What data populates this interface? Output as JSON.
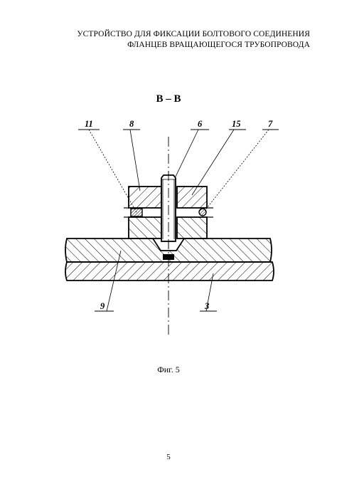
{
  "header": {
    "line1": "УСТРОЙСТВО ДЛЯ ФИКСАЦИИ БОЛТОВОГО СОЕДИНЕНИЯ",
    "line2": "ФЛАНЦЕВ ВРАЩАЮЩЕГОСЯ ТРУБОПРОВОДА"
  },
  "section_label": "В – В",
  "callouts": {
    "c11": "11",
    "c8": "8",
    "c6": "6",
    "c15": "15",
    "c7": "7",
    "c9": "9",
    "c3": "3"
  },
  "caption": "Фиг. 5",
  "page_number": "5"
}
